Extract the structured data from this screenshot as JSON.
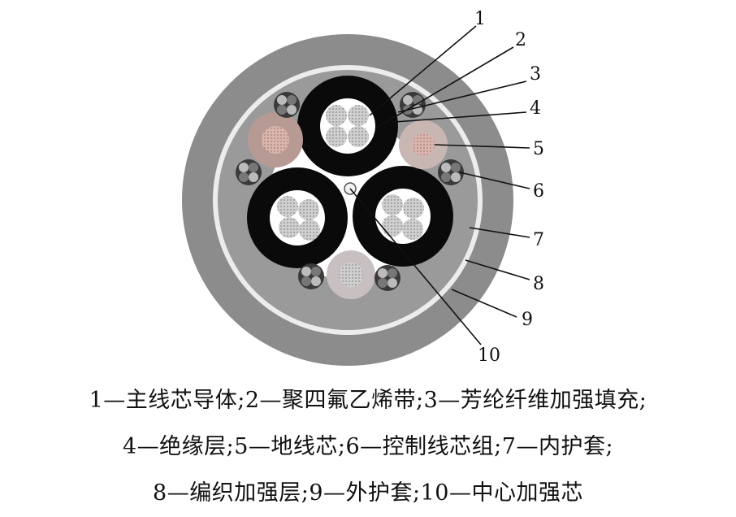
{
  "callout_numbers": [
    "1",
    "2",
    "3",
    "4",
    "5",
    "6",
    "7",
    "8",
    "9",
    "10"
  ],
  "legend": {
    "line1": "1—主线芯导体;2—聚四氟乙烯带;3—芳纶纤维加强填充;",
    "line2": "4—绝缘层;5—地线芯;6—控制线芯组;7—内护套;",
    "line3": "8—编织加强层;9—外护套;10—中心加强芯"
  },
  "colors": {
    "outer_sheath": "#8c8c8c",
    "braid_layer": "#e8e8e8",
    "inner_sheath": "#9a9a9a",
    "insulation": "#0a0a0a",
    "conductor": "#c4c4c4",
    "ground_core": "#d2a8a0",
    "control_core": "#222222",
    "center_core": "#f0f0f0"
  }
}
